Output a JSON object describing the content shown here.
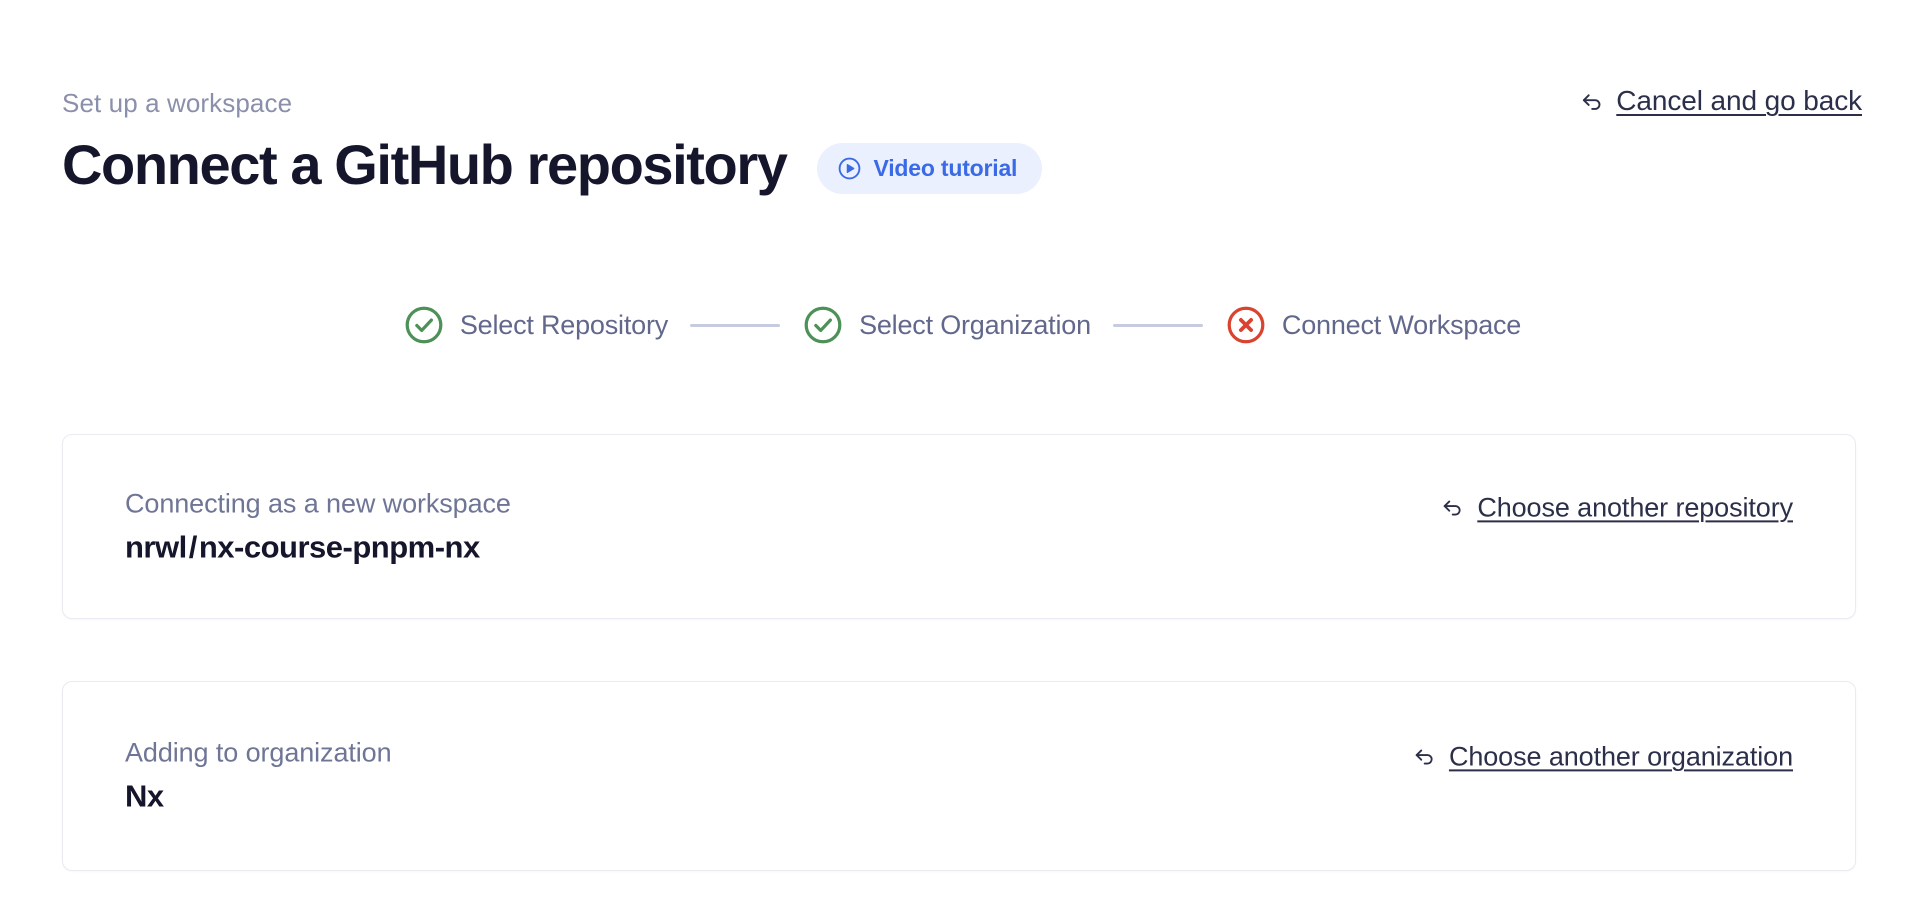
{
  "header": {
    "eyebrow": "Set up a workspace",
    "title": "Connect a GitHub repository",
    "video_badge": {
      "label": "Video tutorial",
      "icon": "play-circle-icon",
      "bg_color": "#eaf0fd",
      "text_color": "#3a6ae6"
    },
    "cancel_link": {
      "label": "Cancel and go back",
      "icon": "back-arrow-icon"
    }
  },
  "stepper": {
    "steps": [
      {
        "label": "Select Repository",
        "state": "complete",
        "icon": "check-circle-icon",
        "color": "#4d9159"
      },
      {
        "label": "Select Organization",
        "state": "complete",
        "icon": "check-circle-icon",
        "color": "#4d9159"
      },
      {
        "label": "Connect Workspace",
        "state": "error",
        "icon": "x-circle-icon",
        "color": "#d9432f"
      }
    ],
    "connector_color": "#c7cbe0"
  },
  "cards": [
    {
      "id": "repository",
      "caption": "Connecting as a new workspace",
      "value": {
        "owner": "nrwl",
        "separator": "/",
        "name": "nx-course-pnpm-nx"
      },
      "link": {
        "label": "Choose another repository",
        "icon": "back-arrow-icon"
      }
    },
    {
      "id": "organization",
      "caption": "Adding to organization",
      "value": {
        "name": "Nx"
      },
      "link": {
        "label": "Choose another organization",
        "icon": "back-arrow-icon"
      }
    }
  ]
}
